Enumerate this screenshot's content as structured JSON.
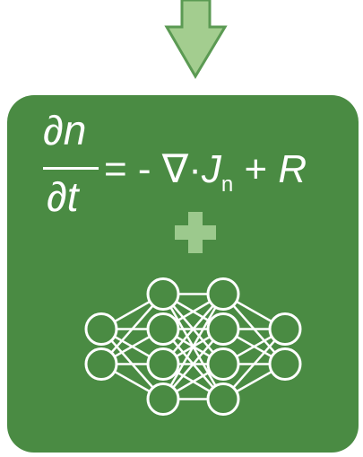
{
  "colors": {
    "panel": "#4a8b43",
    "arrow_fill": "#a3cd8f",
    "arrow_stroke": "#5b9a53",
    "plus": "#9cc98d",
    "text": "#ffffff"
  },
  "equation": {
    "numerator": "∂n",
    "denominator": "∂t",
    "equals_minus": "= - ",
    "nabla_dot": "∇·",
    "flux_symbol": "J",
    "flux_subscript": "n",
    "plus": " + ",
    "rate_symbol": "R"
  },
  "neural_network": {
    "layer_sizes": [
      2,
      4,
      4,
      2
    ]
  }
}
